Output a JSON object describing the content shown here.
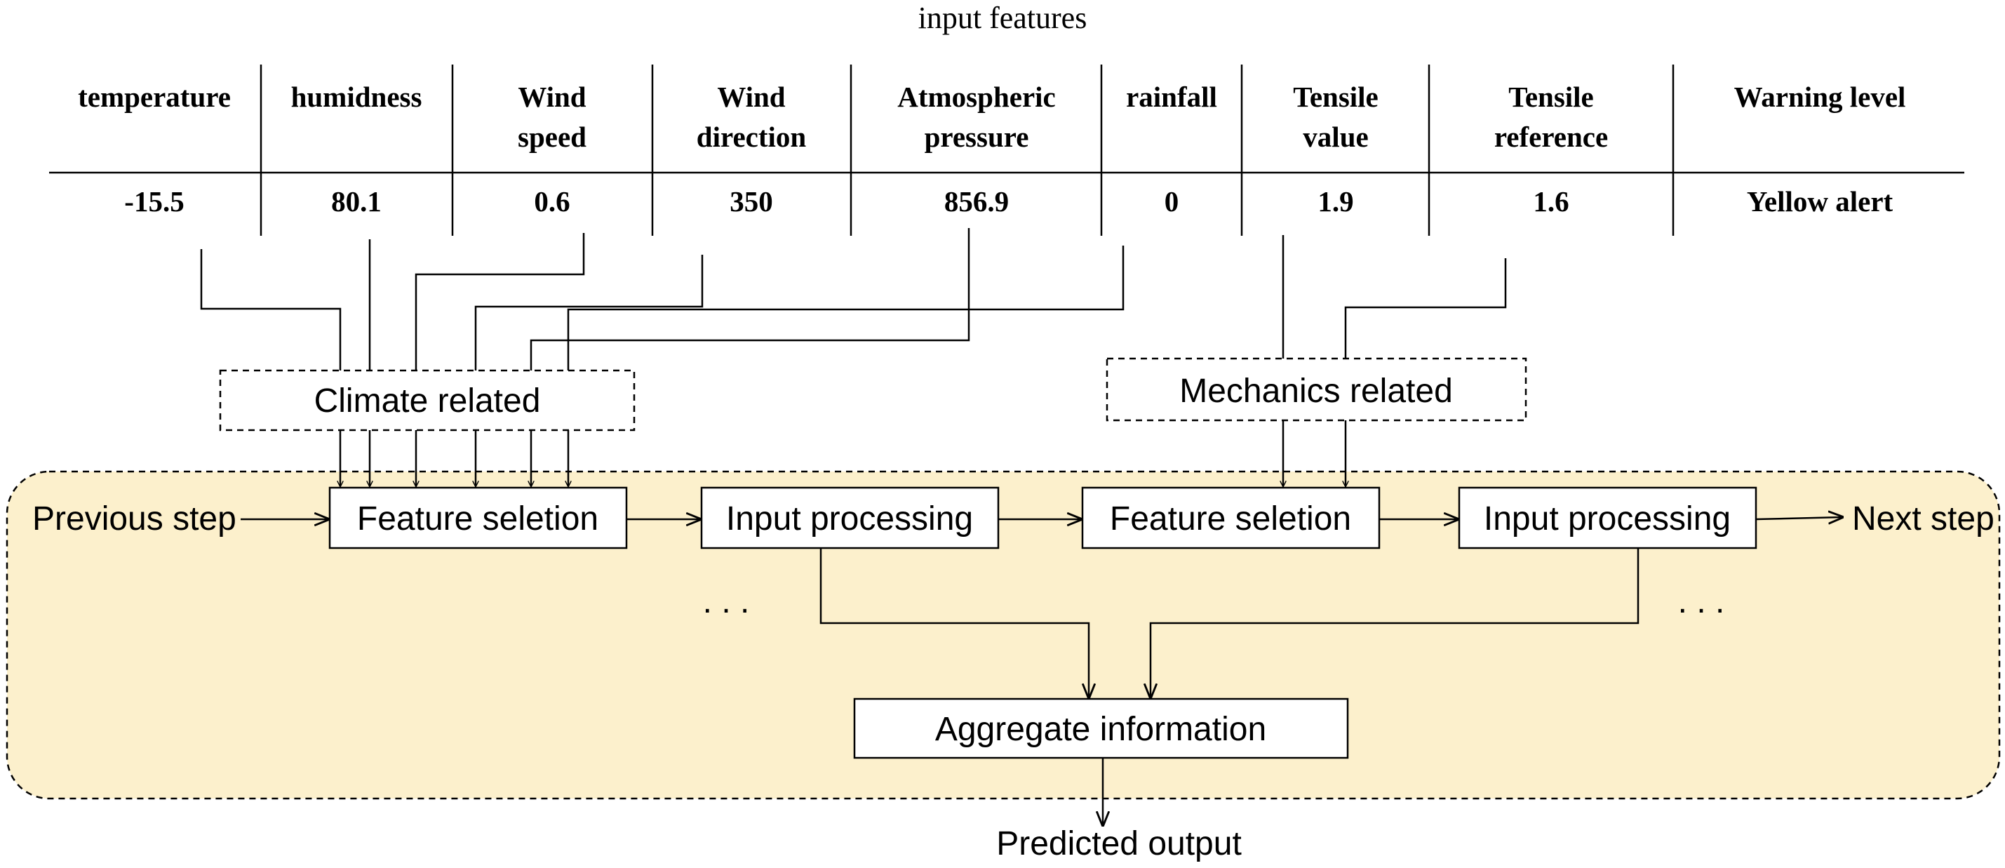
{
  "title": "input features",
  "table": {
    "headers": [
      [
        "temperature"
      ],
      [
        "humidness"
      ],
      [
        "Wind",
        "speed"
      ],
      [
        "Wind",
        "direction"
      ],
      [
        "Atmospheric",
        "pressure"
      ],
      [
        "rainfall"
      ],
      [
        "Tensile",
        "value"
      ],
      [
        "Tensile",
        "reference"
      ],
      [
        "Warning level"
      ]
    ],
    "values": [
      "-15.5",
      "80.1",
      "0.6",
      "350",
      "856.9",
      "0",
      "1.9",
      "1.6",
      "Yellow alert"
    ]
  },
  "groups": {
    "climate": "Climate related",
    "mechanics": "Mechanics related"
  },
  "flow": {
    "previous_step": "Previous step",
    "feature_selection_1": "Feature seletion",
    "input_processing_1": "Input processing",
    "feature_selection_2": "Feature seletion",
    "input_processing_2": "Input processing",
    "next_step": "Next step",
    "ellipsis_left": ". . .",
    "ellipsis_right": ". . .",
    "aggregate": "Aggregate information",
    "output": "Predicted output"
  },
  "colors": {
    "region_fill": "#fcf0cc",
    "line": "#000000"
  }
}
